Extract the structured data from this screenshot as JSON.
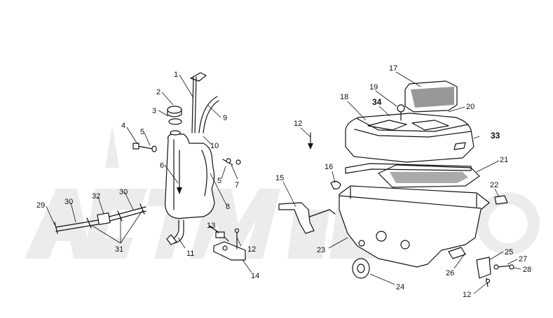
{
  "diagram": {
    "watermark": "",
    "callouts": [
      {
        "id": "c1",
        "label": "1"
      },
      {
        "id": "c2",
        "label": "2"
      },
      {
        "id": "c3",
        "label": "3"
      },
      {
        "id": "c4",
        "label": "4"
      },
      {
        "id": "c5a",
        "label": "5"
      },
      {
        "id": "c5b",
        "label": "5"
      },
      {
        "id": "c6",
        "label": "6"
      },
      {
        "id": "c7",
        "label": "7"
      },
      {
        "id": "c8",
        "label": "8"
      },
      {
        "id": "c9",
        "label": "9"
      },
      {
        "id": "c10",
        "label": "10"
      },
      {
        "id": "c11",
        "label": "11"
      },
      {
        "id": "c12a",
        "label": "12"
      },
      {
        "id": "c12b",
        "label": "12"
      },
      {
        "id": "c12c",
        "label": "12"
      },
      {
        "id": "c13",
        "label": "13"
      },
      {
        "id": "c14",
        "label": "14"
      },
      {
        "id": "c15",
        "label": "15"
      },
      {
        "id": "c16",
        "label": "16"
      },
      {
        "id": "c17",
        "label": "17"
      },
      {
        "id": "c18",
        "label": "18"
      },
      {
        "id": "c19",
        "label": "19"
      },
      {
        "id": "c20",
        "label": "20"
      },
      {
        "id": "c21",
        "label": "21"
      },
      {
        "id": "c22",
        "label": "22"
      },
      {
        "id": "c23",
        "label": "23"
      },
      {
        "id": "c24",
        "label": "24"
      },
      {
        "id": "c25",
        "label": "25"
      },
      {
        "id": "c26",
        "label": "26"
      },
      {
        "id": "c27",
        "label": "27"
      },
      {
        "id": "c28",
        "label": "28"
      },
      {
        "id": "c29",
        "label": "29"
      },
      {
        "id": "c30a",
        "label": "30"
      },
      {
        "id": "c30b",
        "label": "30"
      },
      {
        "id": "c31",
        "label": "31"
      },
      {
        "id": "c32",
        "label": "32"
      },
      {
        "id": "c33",
        "label": "33"
      },
      {
        "id": "c34",
        "label": "34"
      }
    ]
  }
}
